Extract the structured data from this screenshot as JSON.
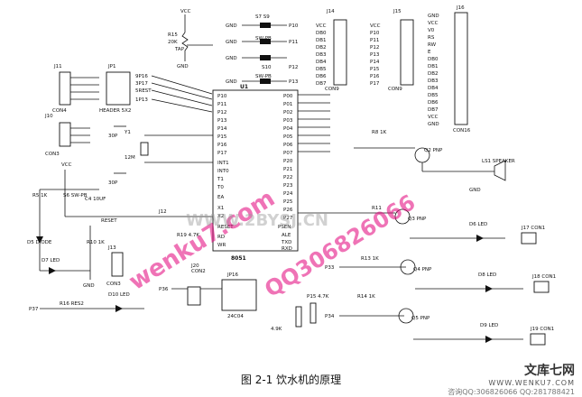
{
  "figure": {
    "caption": "图 2-1 饮水机的原理",
    "watermarks": [
      "wenku7.com",
      "QQ306826066",
      "WWW.2BYSJ.CN"
    ],
    "footer": {
      "brand": "文库七网",
      "site": "WWW.WENKU7.COM",
      "contact": "咨询QQ:306826066 QQ:281788421"
    }
  },
  "components": {
    "mcu": {
      "ref": "U1",
      "part": "8051",
      "left_pins": [
        "P10",
        "P11",
        "P12",
        "P13",
        "P14",
        "P15",
        "P16",
        "P17",
        "INT1",
        "INT0",
        "T1",
        "T0",
        "EA",
        "X1",
        "X2",
        "RESET",
        "RD",
        "WR"
      ],
      "right_pins": [
        "P00",
        "P01",
        "P02",
        "P03",
        "P04",
        "P05",
        "P06",
        "P07",
        "P20",
        "P21",
        "P22",
        "P23",
        "P24",
        "P25",
        "P26",
        "P27",
        "PSEN",
        "ALE",
        "TXD",
        "RXD"
      ]
    },
    "j14": {
      "ref": "J14",
      "name": "CON9",
      "pins": [
        "VCC",
        "DB0",
        "DB1",
        "DB2",
        "DB3",
        "DB4",
        "DB5",
        "DB6",
        "DB7"
      ]
    },
    "j15": {
      "ref": "J15",
      "name": "CON9",
      "pins": [
        "VCC",
        "P10",
        "P11",
        "P12",
        "P13",
        "P14",
        "P15",
        "P16",
        "P17"
      ]
    },
    "j16": {
      "ref": "J16",
      "name": "CON16",
      "pins": [
        "GND",
        "VCC",
        "V0",
        "RS",
        "RW",
        "E",
        "DB0",
        "DB1",
        "DB2",
        "DB3",
        "DB4",
        "DB5",
        "DB6",
        "DB7",
        "VCC",
        "GND"
      ]
    },
    "switches": [
      {
        "ref": "S7 S9",
        "net": "P10"
      },
      {
        "ref": "SW-PB",
        "net": "P11"
      },
      {
        "ref": "S10",
        "net": "P12"
      },
      {
        "ref": "SW-PB",
        "net": "P13"
      }
    ],
    "r15": {
      "ref": "R15",
      "value": "20K",
      "note": "TAP"
    },
    "jp1": {
      "ref": "JP1",
      "name": "HEADER 5X2",
      "labels": [
        "9P16",
        "3P17",
        "5REST",
        "1P13"
      ]
    },
    "j11": {
      "ref": "J11",
      "name": "CON4"
    },
    "j10": {
      "ref": "J10",
      "name": "CON3"
    },
    "crystal": {
      "ref": "Y1",
      "value": "12M",
      "c5": "30P",
      "c6": "30P"
    },
    "reset": {
      "r5": "R5 1K",
      "s6": "S6 SW-PB",
      "c4": "C4 10UF",
      "net": "RESET"
    },
    "led_power": {
      "d5": "D5 DIODE",
      "d7": "D7 LED",
      "r10": "R10 1K"
    },
    "speaker": {
      "q2": "Q2 PNP",
      "r8": "R8 1K",
      "ls1": "LS1 SPEAKER"
    },
    "drivers": [
      {
        "q": "Q3 PNP",
        "r": "R11",
        "d": "D6 LED",
        "j": "J17 CON1"
      },
      {
        "q": "Q4 PNP",
        "r": "R13 1K",
        "d": "D8 LED",
        "j": "J18 CON1",
        "net": "P33"
      },
      {
        "q": "Q5 PNP",
        "r": "R14 1K",
        "d": "D9 LED",
        "j": "J19 CON1",
        "net": "P34"
      }
    ],
    "eeprom": {
      "ref": "JP16",
      "part": "24C04",
      "net": "P36",
      "r19": "R19 4.7K"
    },
    "pots": {
      "p15": "P15 4.7K",
      "value2": "4.9K"
    },
    "led_p37": {
      "r16": "R16 RES2",
      "d10": "D10 LED",
      "net": "P37"
    },
    "j13": {
      "ref": "J13",
      "name": "CON3"
    },
    "j20": {
      "ref": "J20",
      "name": "CON2"
    },
    "labels": {
      "vcc": "VCC",
      "gnd": "GND",
      "j12": "J12"
    }
  }
}
